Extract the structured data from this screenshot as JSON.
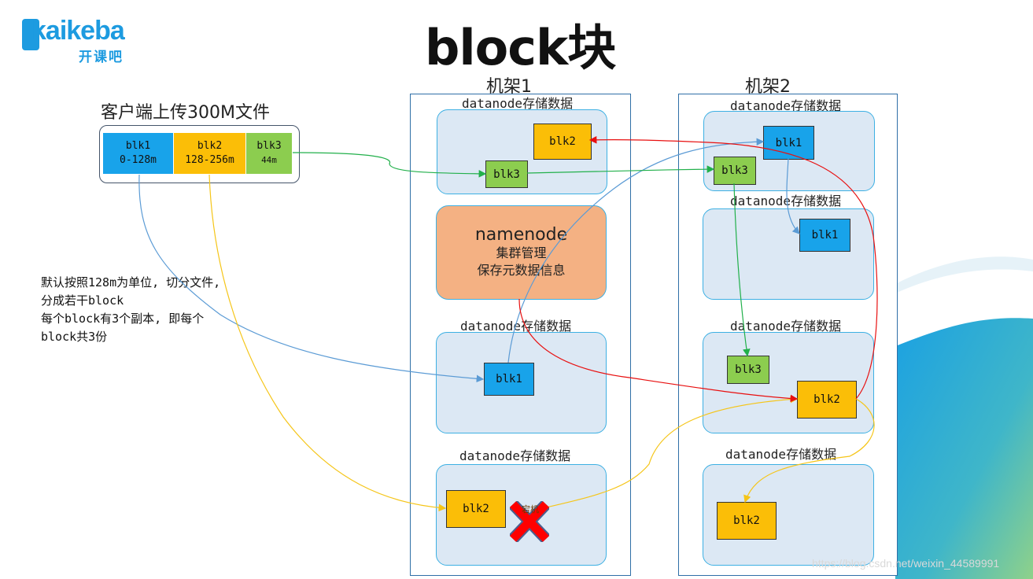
{
  "title": "block块",
  "logo": {
    "text": "kaikeba",
    "sub": "开课吧"
  },
  "client": {
    "label": "客户端上传300M文件",
    "blocks": [
      {
        "name": "blk1",
        "range": "0-128m",
        "color": "#18a3ea"
      },
      {
        "name": "blk2",
        "range": "128-256m",
        "color": "#fbbe07"
      },
      {
        "name": "blk3",
        "range": "44m",
        "color": "#8ccd4f"
      }
    ]
  },
  "note": "默认按照128m为单位, 切分文件,\n分成若干block\n每个block有3个副本, 即每个\nblock共3份",
  "rack1": {
    "label": "机架1",
    "datanode_label": "datanode存储数据",
    "namenode": {
      "title": "namenode",
      "line1": "集群管理",
      "line2": "保存元数据信息"
    },
    "dn1_blocks": [
      "blk2",
      "blk3"
    ],
    "dn2_blocks": [
      "blk1"
    ],
    "dn3_blocks": [
      "blk2"
    ],
    "failed_text": "宕机"
  },
  "rack2": {
    "label": "机架2",
    "datanode_label": "datanode存储数据",
    "dn1_blocks": [
      "blk1",
      "blk3"
    ],
    "dn2_blocks": [
      "blk1"
    ],
    "dn3_blocks": [
      "blk3",
      "blk2"
    ],
    "dn4_blocks": [
      "blk2"
    ]
  },
  "colors": {
    "blk1": "#18a3ea",
    "blk2": "#fbbe07",
    "blk3": "#8ccd4f",
    "namenode": "#f4b183",
    "datanode_fill": "#dce8f4",
    "datanode_border": "#3db0e3",
    "arrow_blue": "#5b9bd5",
    "arrow_gold": "#f5c518",
    "arrow_green": "#22b04b",
    "arrow_red": "#e81010",
    "fail_x": "#ff0000"
  },
  "watermark": "https://blog.csdn.net/weixin_44589991"
}
